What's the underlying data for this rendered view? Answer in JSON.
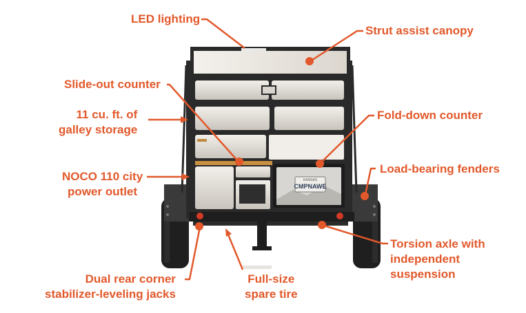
{
  "accent_color": "#e2582a",
  "callouts": {
    "led_lighting": "LED lighting",
    "strut_canopy": "Strut assist canopy",
    "slide_out": "Slide-out counter",
    "galley_storage": [
      "11 cu. ft. of",
      "galley storage"
    ],
    "fold_down": "Fold-down counter",
    "noco_outlet": [
      "NOCO 110 city",
      "power outlet"
    ],
    "fenders": "Load-bearing fenders",
    "torsion_axle": [
      "Torsion axle with",
      "independent",
      "suspension"
    ],
    "jacks": [
      "Dual rear corner",
      "stabilizer-leveling jacks"
    ],
    "spare_tire": [
      "Full-size",
      "spare tire"
    ]
  },
  "license_plate": {
    "state": "KANSAS",
    "plate": "CMPNAWE"
  }
}
